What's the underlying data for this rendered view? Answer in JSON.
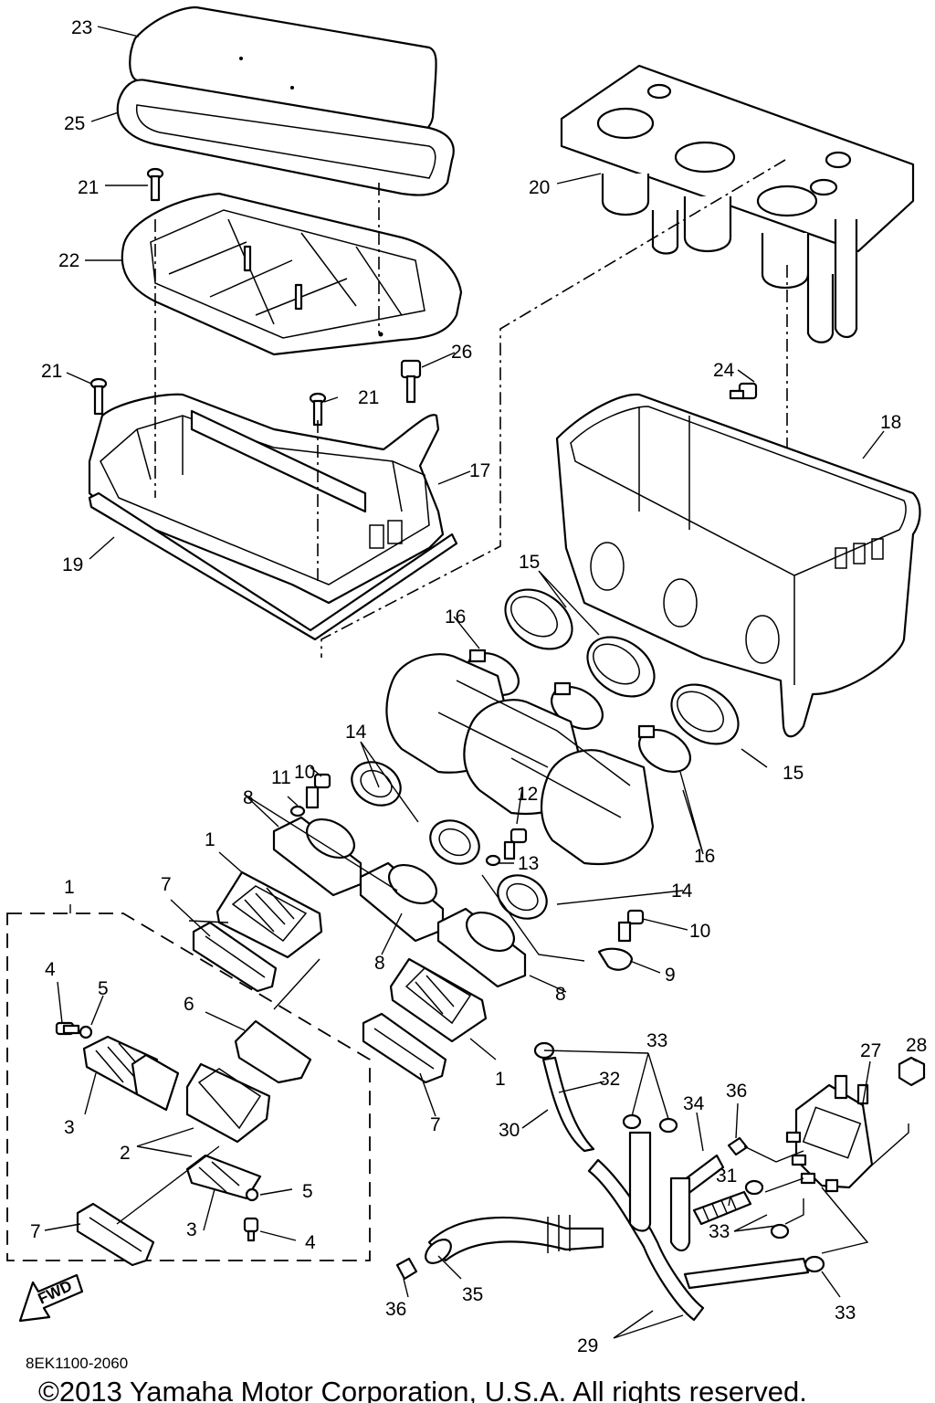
{
  "diagram": {
    "callouts": [
      {
        "id": "c23",
        "text": "23"
      },
      {
        "id": "c25",
        "text": "25"
      },
      {
        "id": "c21a",
        "text": "21"
      },
      {
        "id": "c22",
        "text": "22"
      },
      {
        "id": "c21b",
        "text": "21"
      },
      {
        "id": "c21c",
        "text": "21"
      },
      {
        "id": "c26",
        "text": "26"
      },
      {
        "id": "c17",
        "text": "17"
      },
      {
        "id": "c19",
        "text": "19"
      },
      {
        "id": "c20",
        "text": "20"
      },
      {
        "id": "c24",
        "text": "24"
      },
      {
        "id": "c18",
        "text": "18"
      },
      {
        "id": "c15a",
        "text": "15"
      },
      {
        "id": "c15b",
        "text": "15"
      },
      {
        "id": "c16a",
        "text": "16"
      },
      {
        "id": "c16b",
        "text": "16"
      },
      {
        "id": "c14a",
        "text": "14"
      },
      {
        "id": "c14b",
        "text": "14"
      },
      {
        "id": "c10a",
        "text": "10"
      },
      {
        "id": "c10b",
        "text": "10"
      },
      {
        "id": "c11",
        "text": "11"
      },
      {
        "id": "c12",
        "text": "12"
      },
      {
        "id": "c13",
        "text": "13"
      },
      {
        "id": "c8a",
        "text": "8"
      },
      {
        "id": "c8b",
        "text": "8"
      },
      {
        "id": "c8c",
        "text": "8"
      },
      {
        "id": "c9",
        "text": "9"
      },
      {
        "id": "c1a",
        "text": "1"
      },
      {
        "id": "c1b",
        "text": "1"
      },
      {
        "id": "c1c",
        "text": "1"
      },
      {
        "id": "c7a",
        "text": "7"
      },
      {
        "id": "c7b",
        "text": "7"
      },
      {
        "id": "c7c",
        "text": "7"
      },
      {
        "id": "c4a",
        "text": "4"
      },
      {
        "id": "c4b",
        "text": "4"
      },
      {
        "id": "c5a",
        "text": "5"
      },
      {
        "id": "c5b",
        "text": "5"
      },
      {
        "id": "c6",
        "text": "6"
      },
      {
        "id": "c3a",
        "text": "3"
      },
      {
        "id": "c3b",
        "text": "3"
      },
      {
        "id": "c2",
        "text": "2"
      },
      {
        "id": "c33a",
        "text": "33"
      },
      {
        "id": "c33b",
        "text": "33"
      },
      {
        "id": "c33c",
        "text": "33"
      },
      {
        "id": "c32",
        "text": "32"
      },
      {
        "id": "c30",
        "text": "30"
      },
      {
        "id": "c34",
        "text": "34"
      },
      {
        "id": "c36a",
        "text": "36"
      },
      {
        "id": "c36b",
        "text": "36"
      },
      {
        "id": "c31",
        "text": "31"
      },
      {
        "id": "c27",
        "text": "27"
      },
      {
        "id": "c28",
        "text": "28"
      },
      {
        "id": "c29",
        "text": "29"
      },
      {
        "id": "c35",
        "text": "35"
      }
    ],
    "fwd_label": "FWD",
    "drawing_code": "8EK1100-2060",
    "copyright": "©2013 Yamaha Motor Corporation, U.S.A. All rights reserved."
  }
}
